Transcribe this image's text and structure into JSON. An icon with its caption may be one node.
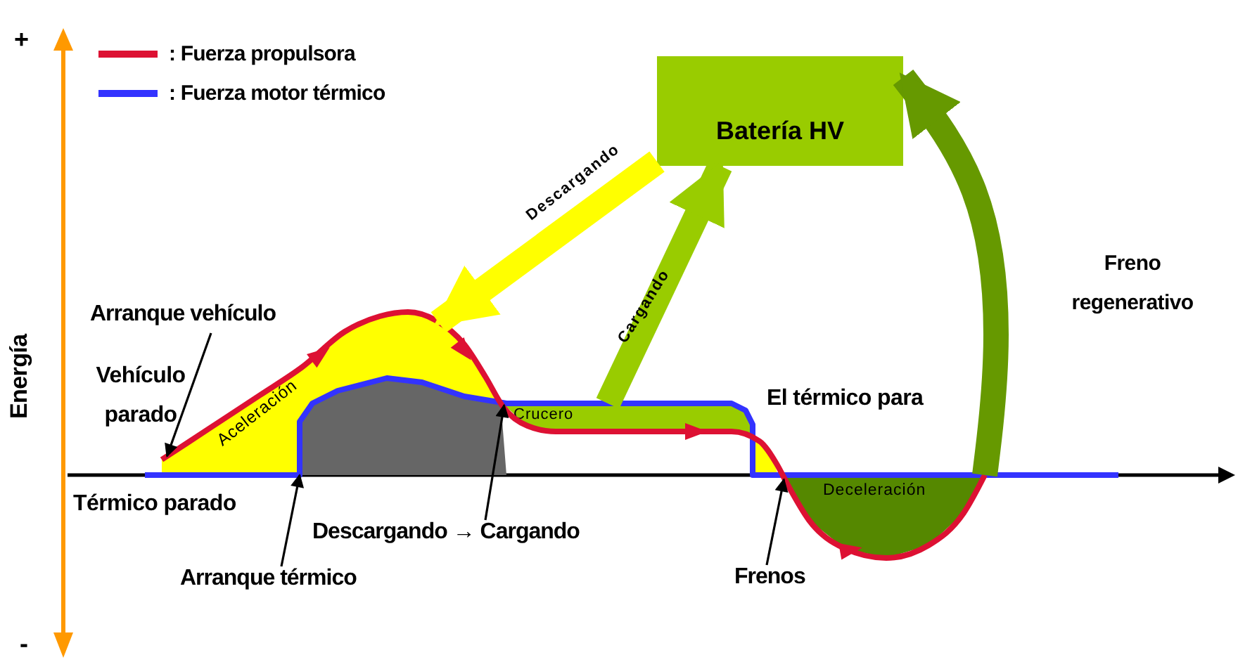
{
  "diagram": {
    "nodes": [
      {
        "text": [
          "Batería HV"
        ]
      },
      {
        "text": [
          "Aceleración"
        ]
      },
      {
        "text": [
          "Crucero"
        ]
      },
      {
        "text": [
          "Deceleración"
        ]
      },
      {
        "text": [
          "Arranque vehículo"
        ]
      },
      {
        "text": [
          "Arranque térmico"
        ]
      },
      {
        "text": [
          "Descargando → Cargando"
        ]
      },
      {
        "text": [
          "Frenos"
        ]
      },
      {
        "text": [],
        "shape": "area"
      }
    ],
    "edges": [
      {
        "from": 0,
        "to": 1,
        "arrow": "to",
        "label": "Descargando",
        "style": "thick",
        "color": "#ffff00"
      },
      {
        "from": 2,
        "to": 0,
        "arrow": "to",
        "label": "Cargando",
        "style": "thick",
        "color": "#99cc00"
      },
      {
        "from": 3,
        "to": 0,
        "arrow": "to",
        "label": "Freno regenerativo",
        "style": "thick",
        "color": "#669900"
      },
      {
        "from": 4,
        "to": 1,
        "arrow": "to"
      },
      {
        "from": 5,
        "to": 8,
        "arrow": "to"
      },
      {
        "from": 6,
        "to": 2,
        "arrow": "to"
      },
      {
        "from": 7,
        "to": 3,
        "arrow": "to"
      }
    ],
    "labels": [
      "+",
      "Energía",
      "Vehículo parado",
      "El térmico para",
      "Térmico parado",
      "-"
    ],
    "legend": [
      {
        "text": ": Fuerza propulsora"
      },
      {
        "text": ": Fuerza motor térmico"
      }
    ]
  }
}
